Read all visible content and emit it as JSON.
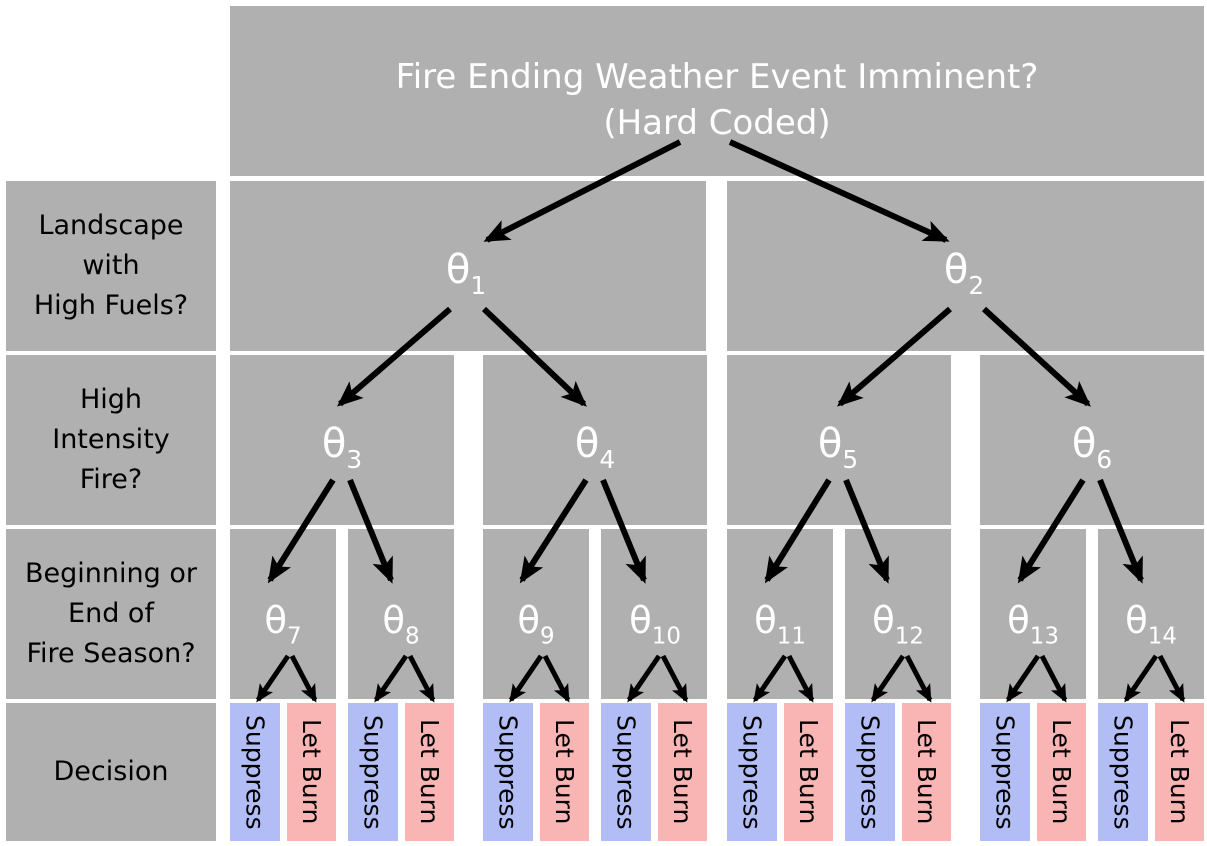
{
  "title": {
    "line1": "Fire Ending Weather Event Imminent?",
    "line2": "(Hard Coded)"
  },
  "row_labels": [
    {
      "lines": [
        "Landscape",
        "with",
        "High Fuels?"
      ]
    },
    {
      "lines": [
        "High",
        "Intensity",
        "Fire?"
      ]
    },
    {
      "lines": [
        "Beginning or",
        "End of",
        "Fire Season?"
      ]
    },
    {
      "lines": [
        "Decision"
      ]
    }
  ],
  "nodes": [
    {
      "symbol": "θ",
      "sub": "1"
    },
    {
      "symbol": "θ",
      "sub": "2"
    },
    {
      "symbol": "θ",
      "sub": "3"
    },
    {
      "symbol": "θ",
      "sub": "4"
    },
    {
      "symbol": "θ",
      "sub": "5"
    },
    {
      "symbol": "θ",
      "sub": "6"
    },
    {
      "symbol": "θ",
      "sub": "7"
    },
    {
      "symbol": "θ",
      "sub": "8"
    },
    {
      "symbol": "θ",
      "sub": "9"
    },
    {
      "symbol": "θ",
      "sub": "10"
    },
    {
      "symbol": "θ",
      "sub": "11"
    },
    {
      "symbol": "θ",
      "sub": "12"
    },
    {
      "symbol": "θ",
      "sub": "13"
    },
    {
      "symbol": "θ",
      "sub": "14"
    }
  ],
  "decision_labels": {
    "suppress": "Suppress",
    "burn": "Let Burn"
  },
  "colors": {
    "box": "#b0b0b0",
    "suppress": "#b2bdf6",
    "burn": "#f9b4b4",
    "node_text": "#ffffff"
  }
}
